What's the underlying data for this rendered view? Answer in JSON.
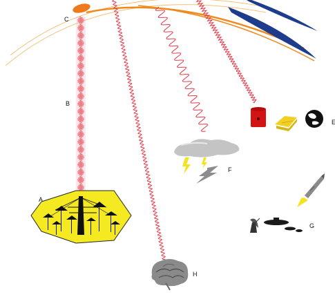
{
  "labels": {
    "a": "A",
    "b": "B",
    "c": "C",
    "e": "E",
    "f": "F",
    "g": "G",
    "h": "H"
  },
  "icons": {
    "antenna_field": "hexagon-antenna-array",
    "beam": "red-wave-beam",
    "ionosphere_spot": "heated-spot",
    "cloud": "storm-cloud",
    "lightning": "lightning-bolt",
    "drum": "red-canister",
    "gold": "gold-bars",
    "globe": "earth-globe",
    "dish": "satellite-dish",
    "submarine": "submarine",
    "missile": "missile",
    "brain": "human-brain"
  },
  "colors": {
    "wave": "#e23b4a",
    "beam": "#e8707a",
    "hexagon": "#f5ea22",
    "arc_orange": "#ef8a1c",
    "arc_blue": "#1e3c8c",
    "drum": "#d41414",
    "cloud": "#c4c4c4"
  }
}
